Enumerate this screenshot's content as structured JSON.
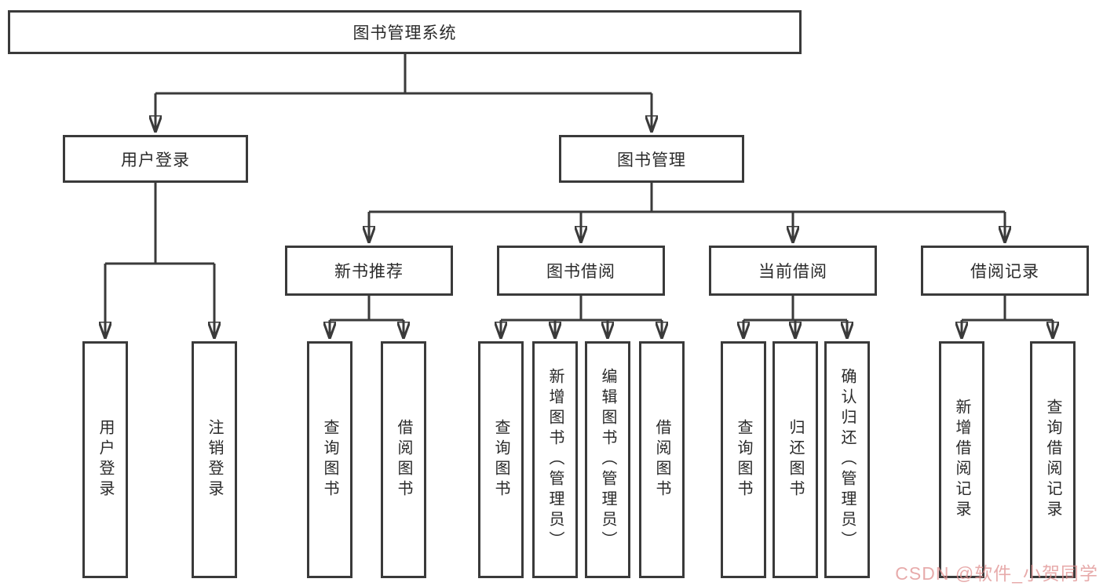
{
  "tree": {
    "root": {
      "label": "图书管理系统"
    },
    "branches": [
      {
        "label": "用户登录",
        "children": [
          {
            "label": "用户登录"
          },
          {
            "label": "注销登录"
          }
        ]
      },
      {
        "label": "图书管理",
        "children": [
          {
            "label": "新书推荐",
            "children": [
              {
                "label": "查询图书"
              },
              {
                "label": "借阅图书"
              }
            ]
          },
          {
            "label": "图书借阅",
            "children": [
              {
                "label": "查询图书"
              },
              {
                "label": "新增图书（管理员）"
              },
              {
                "label": "编辑图书（管理员）"
              },
              {
                "label": "借阅图书"
              }
            ]
          },
          {
            "label": "当前借阅",
            "children": [
              {
                "label": "查询图书"
              },
              {
                "label": "归还图书"
              },
              {
                "label": "确认归还（管理员）"
              }
            ]
          },
          {
            "label": "借阅记录",
            "children": [
              {
                "label": "新增借阅记录"
              },
              {
                "label": "查询借阅记录"
              }
            ]
          }
        ]
      }
    ]
  },
  "colors": {
    "line": "#3a3a3a",
    "watermark": "#e08f8f"
  },
  "watermark": {
    "text": "CSDN @软件_小贺同学"
  }
}
